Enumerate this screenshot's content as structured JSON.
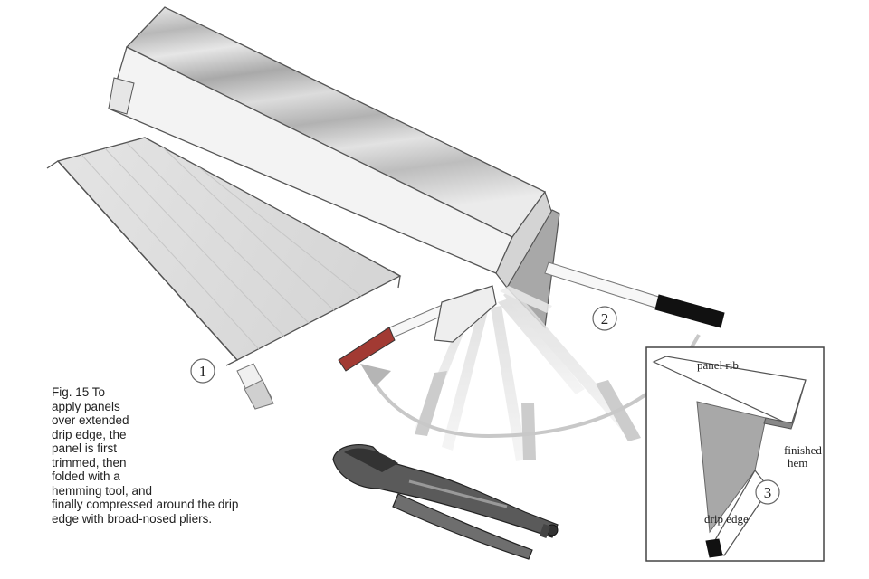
{
  "figure": {
    "caption_lines": [
      "Fig. 15  To",
      "apply panels",
      "over extended",
      "drip edge, the",
      "panel is first",
      "trimmed, then",
      "folded with a",
      "hemming tool, and",
      "finally compressed around the drip",
      "edge with broad-nosed pliers."
    ],
    "steps": [
      "1",
      "2",
      "3"
    ],
    "inset_labels": {
      "panel_rib": "panel rib",
      "finished_hem_line1": "finished",
      "finished_hem_line2": "hem",
      "drip_edge": "drip edge"
    }
  },
  "icons": [
    "hemming-tool-icon",
    "locking-pliers-icon",
    "motion-arrow-icon"
  ],
  "colors": {
    "line": "#444444",
    "panel_fill": "#dedede",
    "rib_dark": "#b5b5b5",
    "drip_edge_fill": "#a8a8a8",
    "handle_black": "#111111",
    "handle_red": "#a23a33",
    "arrow_gray": "#c8c8c8"
  }
}
